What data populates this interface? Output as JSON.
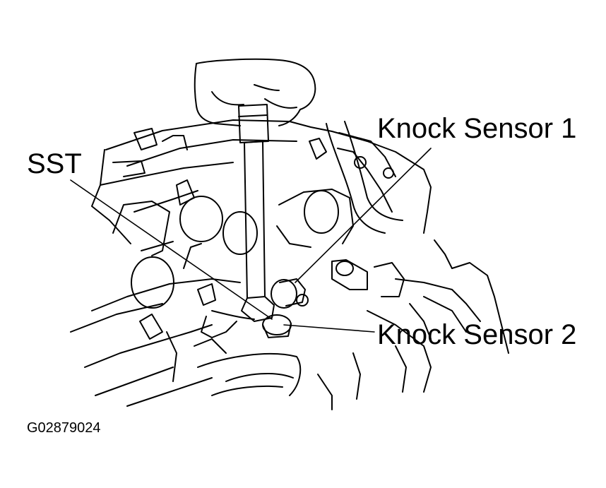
{
  "labels": {
    "knock_sensor_1": "Knock Sensor 1",
    "sst": "SST",
    "knock_sensor_2": "Knock Sensor 2"
  },
  "figure_code": "G02879024",
  "colors": {
    "line": "#000000",
    "background": "#ffffff"
  }
}
